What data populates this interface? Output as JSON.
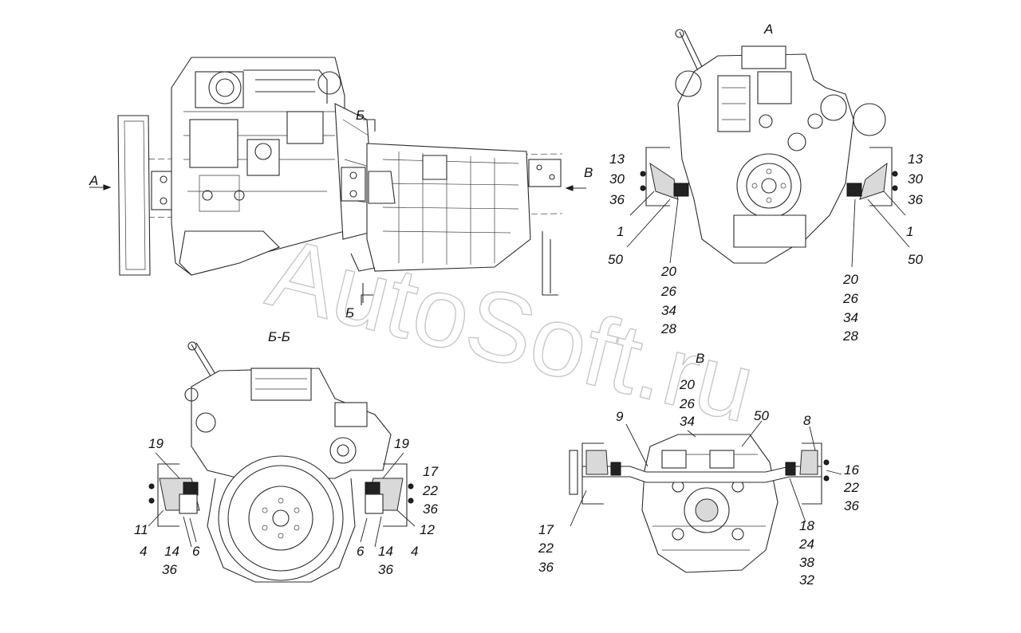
{
  "watermark": "AutoSoft.ru",
  "views": {
    "side": {
      "arrow_left": "А",
      "arrow_right": "В",
      "section_top": "Б",
      "section_bottom": "Б"
    },
    "view_a": {
      "title": "А",
      "left_labels": [
        "13",
        "30",
        "36",
        "1",
        "50"
      ],
      "left_stack": [
        "20",
        "26",
        "34",
        "28"
      ],
      "right_labels": [
        "13",
        "30",
        "36",
        "1",
        "50"
      ],
      "right_stack": [
        "20",
        "26",
        "34",
        "28"
      ]
    },
    "section_bb": {
      "title": "Б-Б",
      "top_left": "19",
      "top_right": "19",
      "right_stack": [
        "17",
        "22",
        "36"
      ],
      "left_11": "11",
      "right_12": "12",
      "bottom_left": [
        "4",
        "14",
        "36",
        "6"
      ],
      "bottom_right": [
        "6",
        "14",
        "36",
        "4"
      ]
    },
    "view_v": {
      "title": "В",
      "top_stack": [
        "20",
        "26",
        "34"
      ],
      "label_9": "9",
      "label_50": "50",
      "label_8": "8",
      "right_stack": [
        "16",
        "22",
        "36"
      ],
      "left_stack": [
        "17",
        "22",
        "36"
      ],
      "bottom_stack": [
        "18",
        "24",
        "38",
        "32"
      ]
    }
  }
}
